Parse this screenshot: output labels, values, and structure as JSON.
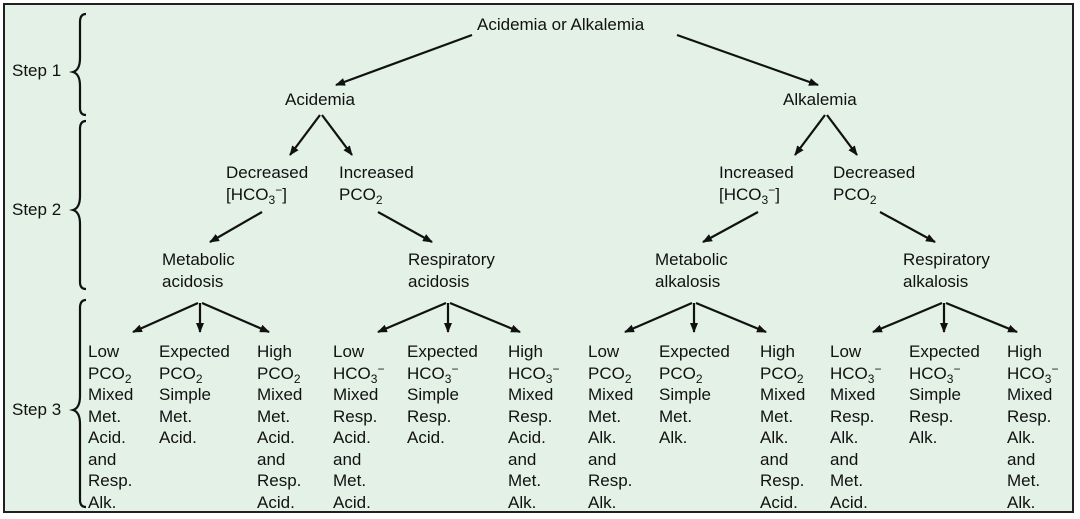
{
  "colors": {
    "background": "#e3f1e6",
    "border": "#231f20",
    "text": "#111111"
  },
  "steps": {
    "step1": "Step 1",
    "step2": "Step 2",
    "step3": "Step 3"
  },
  "nodes": {
    "root": "Acidemia or Alkalemia",
    "acidemia": "Acidemia",
    "alkalemia": "Alkalemia",
    "decreased_hco3": {
      "line1": "Decreased",
      "line2_pre": "[HCO",
      "line2_sub": "3",
      "line2_sup": "−",
      "line2_post": "]"
    },
    "increased_pco2": {
      "line1": "Increased",
      "line2_pre": "PCO",
      "line2_sub": "2"
    },
    "increased_hco3": {
      "line1": "Increased",
      "line2_pre": "[HCO",
      "line2_sub": "3",
      "line2_sup": "−",
      "line2_post": "]"
    },
    "decreased_pco2": {
      "line1": "Decreased",
      "line2_pre": "PCO",
      "line2_sub": "2"
    },
    "metabolic_acidosis": [
      "Metabolic",
      "acidosis"
    ],
    "respiratory_acidosis": [
      "Respiratory",
      "acidosis"
    ],
    "metabolic_alkalosis": [
      "Metabolic",
      "alkalosis"
    ],
    "respiratory_alkalosis": [
      "Respiratory",
      "alkalosis"
    ]
  },
  "outcomes": [
    {
      "level": "Low",
      "chem": "PCO",
      "sub": "2",
      "sup": "",
      "lines": [
        "Mixed",
        "Met.",
        "Acid.",
        "and",
        "Resp.",
        "Alk."
      ]
    },
    {
      "level": "Expected",
      "chem": "PCO",
      "sub": "2",
      "sup": "",
      "lines": [
        "Simple",
        "Met.",
        "Acid."
      ]
    },
    {
      "level": "High",
      "chem": "PCO",
      "sub": "2",
      "sup": "",
      "lines": [
        "Mixed",
        "Met.",
        "Acid.",
        "and",
        "Resp.",
        "Acid."
      ]
    },
    {
      "level": "Low",
      "chem": "HCO",
      "sub": "3",
      "sup": "−",
      "lines": [
        "Mixed",
        "Resp.",
        "Acid.",
        "and",
        "Met.",
        "Acid."
      ]
    },
    {
      "level": "Expected",
      "chem": "HCO",
      "sub": "3",
      "sup": "−",
      "lines": [
        "Simple",
        "Resp.",
        "Acid."
      ]
    },
    {
      "level": "High",
      "chem": "HCO",
      "sub": "3",
      "sup": "−",
      "lines": [
        "Mixed",
        "Resp.",
        "Acid.",
        "and",
        "Met.",
        "Alk."
      ]
    },
    {
      "level": "Low",
      "chem": "PCO",
      "sub": "2",
      "sup": "",
      "lines": [
        "Mixed",
        "Met.",
        "Alk.",
        "and",
        "Resp.",
        "Alk."
      ]
    },
    {
      "level": "Expected",
      "chem": "PCO",
      "sub": "2",
      "sup": "",
      "lines": [
        "Simple",
        "Met.",
        "Alk."
      ]
    },
    {
      "level": "High",
      "chem": "PCO",
      "sub": "2",
      "sup": "",
      "lines": [
        "Mixed",
        "Met.",
        "Alk.",
        "and",
        "Resp.",
        "Acid."
      ]
    },
    {
      "level": "Low",
      "chem": "HCO",
      "sub": "3",
      "sup": "−",
      "lines": [
        "Mixed",
        "Resp.",
        "Alk.",
        "and",
        "Met.",
        "Acid."
      ]
    },
    {
      "level": "Expected",
      "chem": "HCO",
      "sub": "3",
      "sup": "−",
      "lines": [
        "Simple",
        "Resp.",
        "Alk."
      ]
    },
    {
      "level": "High",
      "chem": "HCO",
      "sub": "3",
      "sup": "−",
      "lines": [
        "Mixed",
        "Resp.",
        "Alk.",
        "and",
        "Met.",
        "Alk."
      ]
    }
  ]
}
